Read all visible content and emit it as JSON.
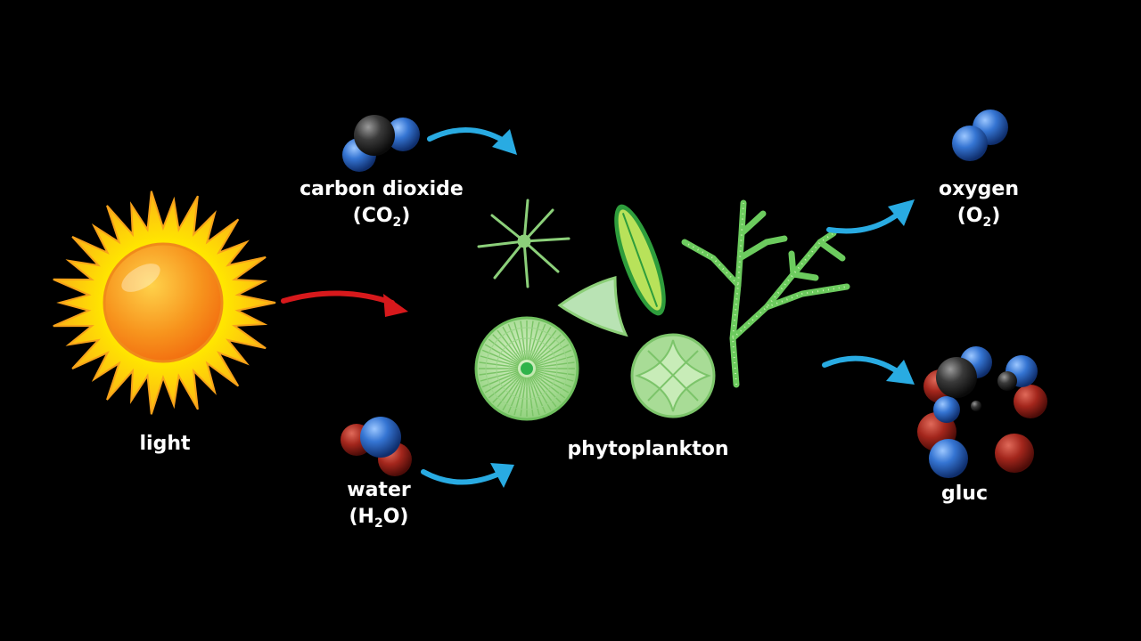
{
  "labels": {
    "light": "light",
    "carbon_dioxide": {
      "name": "carbon dioxide",
      "formula_open": "(CO",
      "formula_sub": "2",
      "formula_close": ")"
    },
    "water": {
      "name": "water",
      "formula_open": "(H",
      "formula_sub": "2",
      "formula_close": "O)"
    },
    "phytoplankton": "phytoplankton",
    "oxygen": {
      "name": "oxygen",
      "formula_open": "(O",
      "formula_sub": "2",
      "formula_close": ")"
    },
    "glucose": "gluc"
  },
  "colors": {
    "background": "#000000",
    "arrow_blue": "#29abe2",
    "arrow_red": "#d7191c",
    "sun_outer": "#fbb316",
    "sun_core": "#f7941d",
    "plankton_green": "#8cc63f",
    "atom_blue": "#2b6cc4",
    "atom_red": "#a8281e",
    "atom_black": "#333333"
  },
  "icons": [
    "sun-icon",
    "carbon-dioxide-molecule-icon",
    "water-molecule-icon",
    "oxygen-molecule-icon",
    "glucose-molecule-icon",
    "phytoplankton-icon",
    "arrow-icon"
  ]
}
